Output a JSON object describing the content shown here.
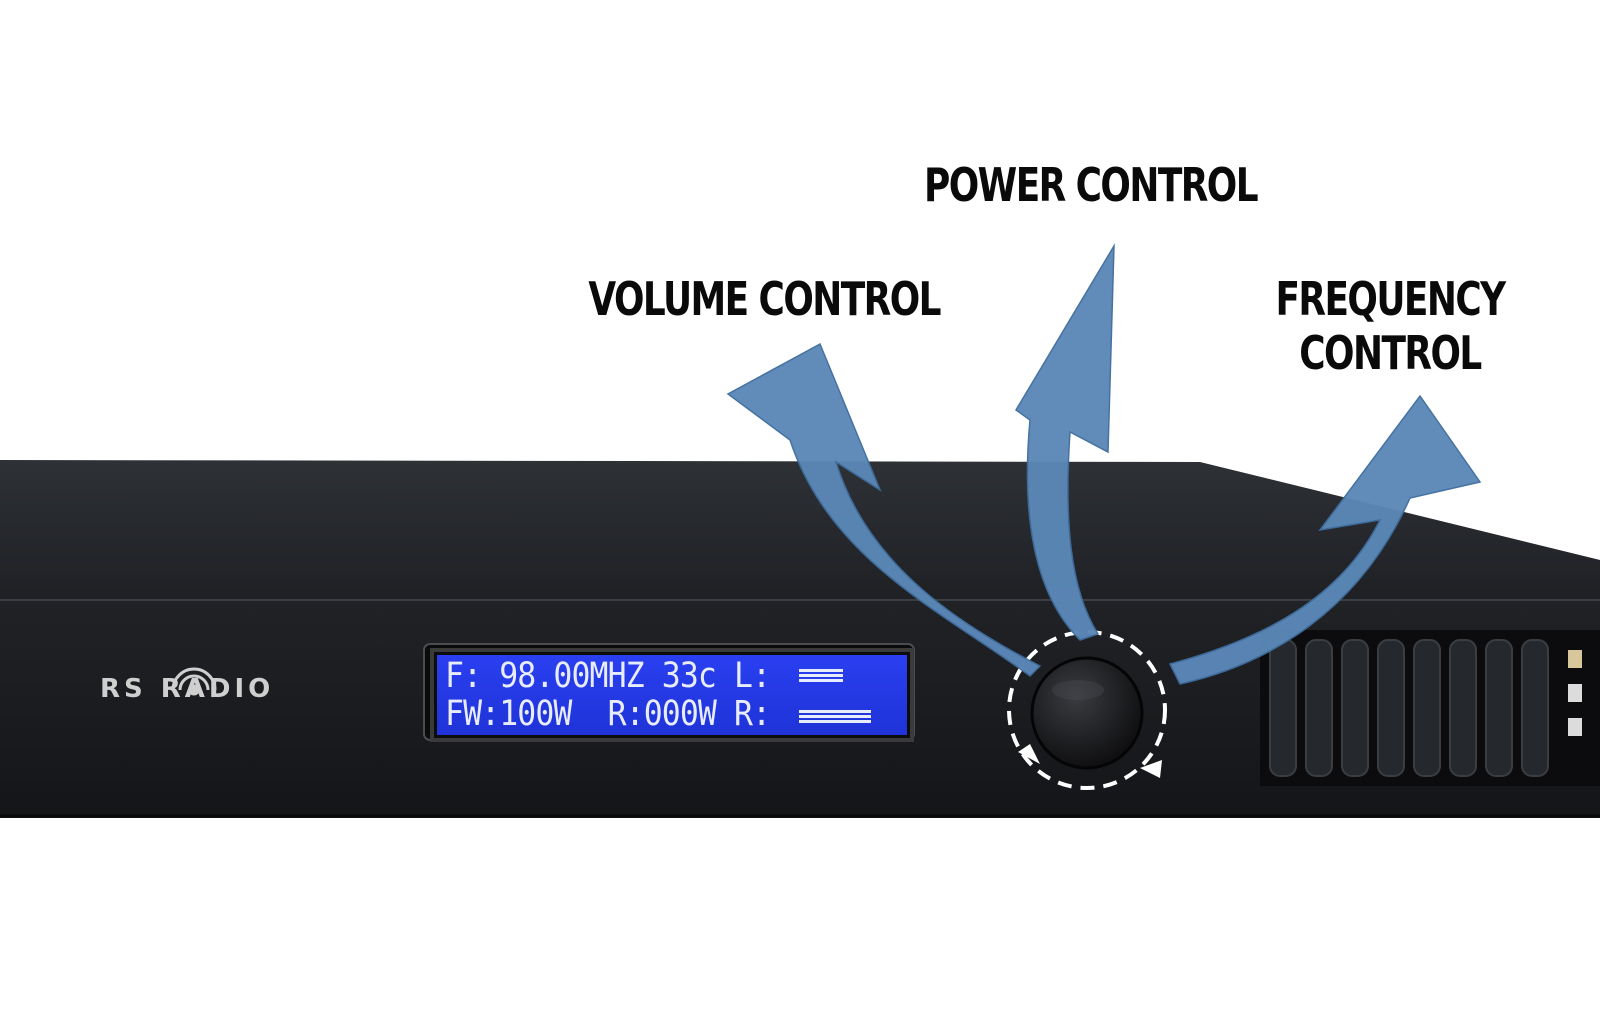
{
  "callouts": {
    "power": "POWER CONTROL",
    "volume": "VOLUME CONTROL",
    "frequency_line1": "FREQUENCY",
    "frequency_line2": "CONTROL"
  },
  "device": {
    "brand_left": "RS",
    "brand_right": "RADIO",
    "lcd": {
      "line1": "F: 98.00MHZ 33c L:",
      "line2": "FW:100W  R:000W R:"
    }
  },
  "colors": {
    "arrow": "#5b88b8",
    "lcd_background": "#1f33d8",
    "lcd_text": "#e8ecff",
    "chassis": "#1c1e22"
  },
  "icons": [
    "radio-signal-icon",
    "rotary-knob-icon"
  ]
}
